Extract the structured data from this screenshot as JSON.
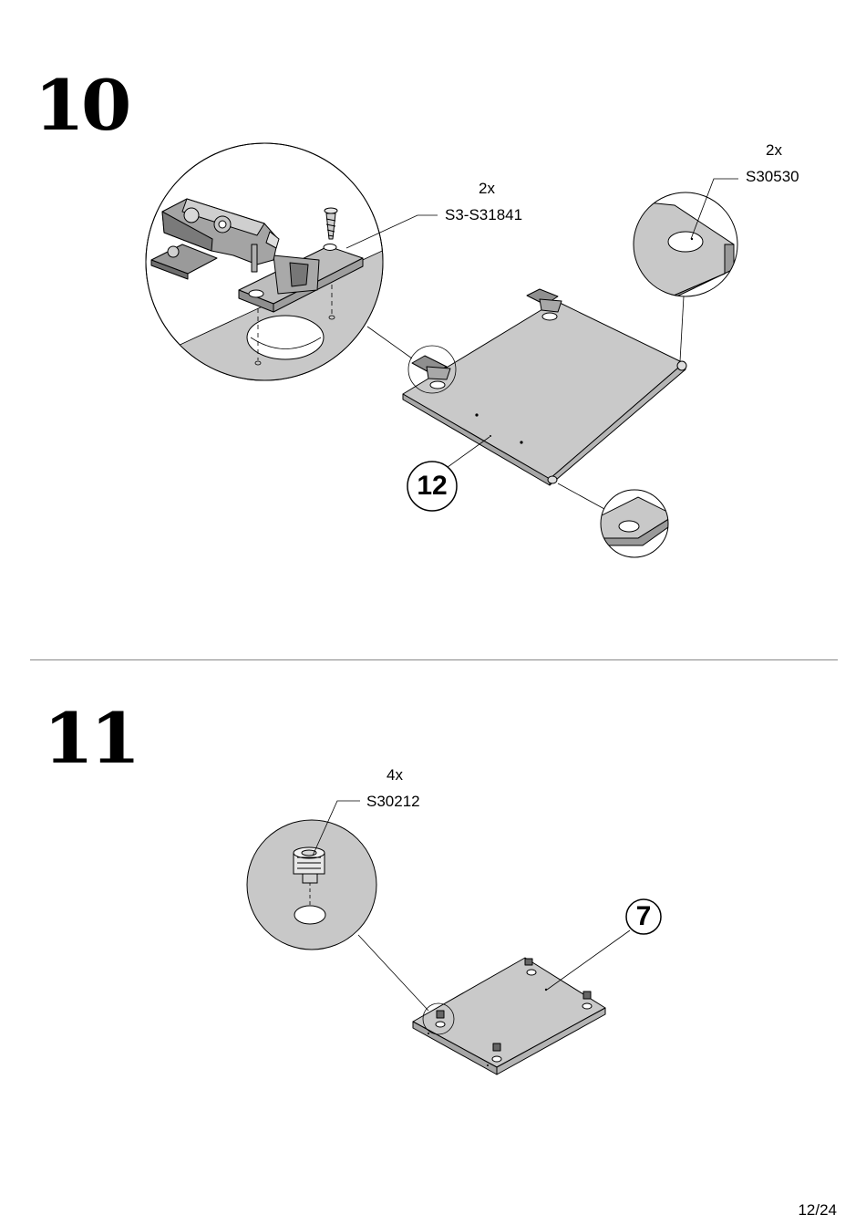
{
  "steps": [
    {
      "number": "10",
      "parts": [
        {
          "qty": "2x",
          "code": "S3-S31841"
        },
        {
          "qty": "2x",
          "code": "S30530"
        }
      ],
      "panel_callout": "12"
    },
    {
      "number": "11",
      "parts": [
        {
          "qty": "4x",
          "code": "S30212"
        }
      ],
      "panel_callout": "7"
    }
  ],
  "footer": {
    "page": "12/24"
  }
}
